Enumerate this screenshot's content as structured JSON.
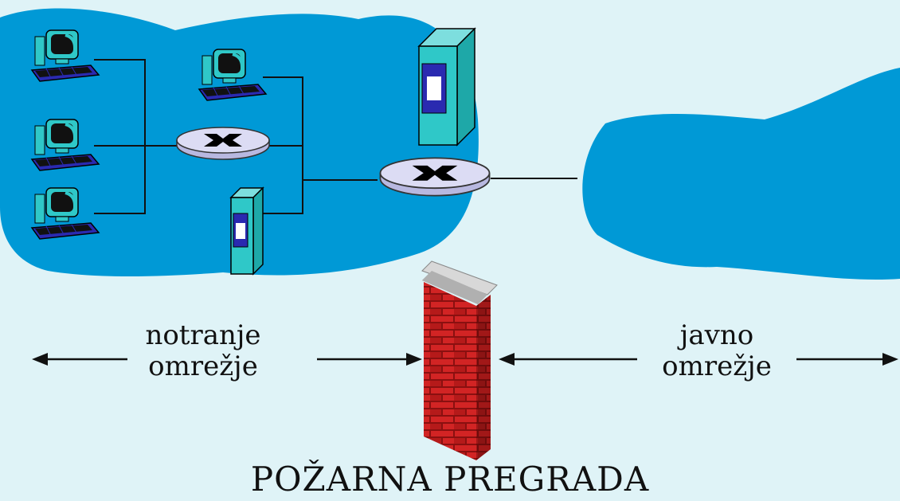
{
  "colors": {
    "background": "#dff3f7",
    "network_cloud": "#0099d6",
    "server_body": "#2fc8c8",
    "server_slot": "#2a2ab0",
    "router_body": "#dcdcf4",
    "brick": "#c81e1e",
    "wall_cap": "#d8d8d8",
    "link_line": "#111111"
  },
  "diagram": {
    "inner_label_line1": "notranje",
    "inner_label_line2": "omrežje",
    "public_label_line1": "javno",
    "public_label_line2": "omrežje",
    "firewall_label": "POŽARNA PREGRADA"
  },
  "icons": {
    "workstation": "workstation-icon",
    "router": "router-icon",
    "server": "server-icon",
    "firewall": "brick-wall-icon",
    "arrow": "double-arrow-icon"
  }
}
